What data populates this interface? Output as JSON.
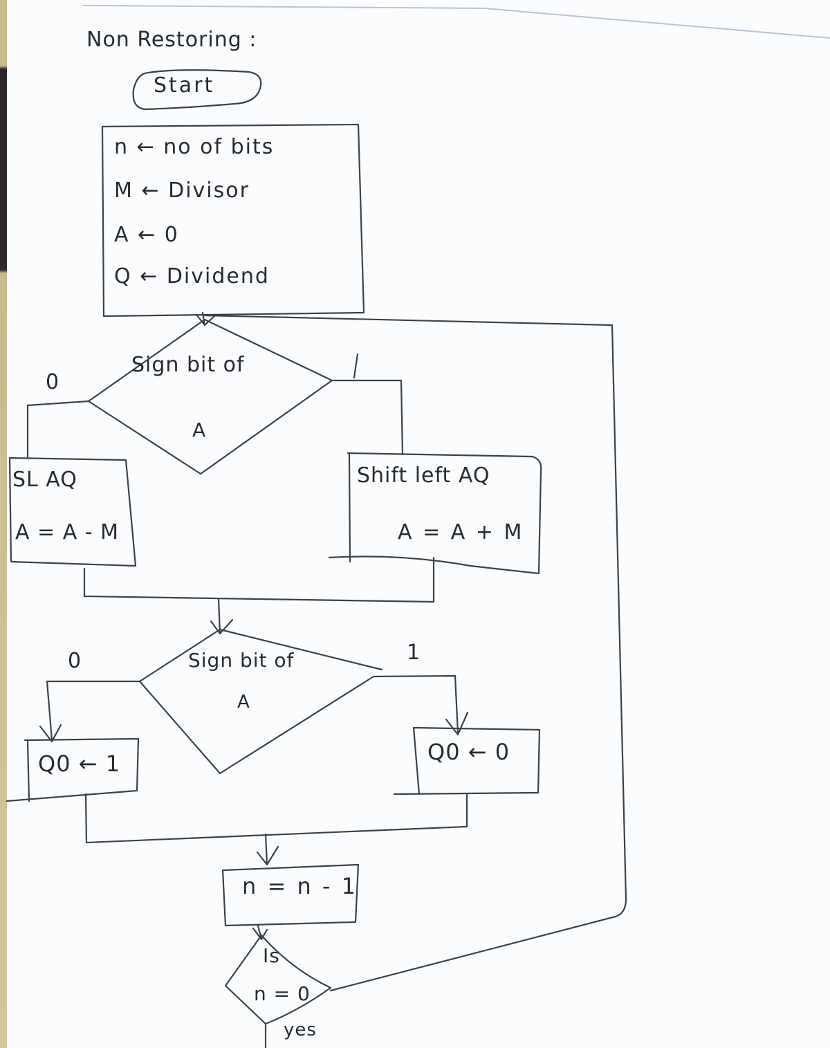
{
  "diagram": {
    "title": "Non Restoring :",
    "start": "Start",
    "init_block": {
      "lines": [
        "n ← no of bits",
        "M ← Divisor",
        "A ← 0",
        "Q ← Dividend"
      ]
    },
    "decision_sign_a_1": {
      "text_line1": "Sign bit of",
      "text_line2": "A",
      "branch_0_label": "0",
      "branch_1_label": "1"
    },
    "process_sign0": {
      "line1": "SL AQ",
      "line2": "A = A - M"
    },
    "process_sign1": {
      "line1": "Shift left AQ",
      "line2": "A = A + M"
    },
    "decision_sign_a_2": {
      "text_line1": "Sign bit of",
      "text_line2": "A",
      "branch_0_label": "0",
      "branch_1_label": "1"
    },
    "set_q0_1": "Q0 ← 1",
    "set_q0_0": "Q0 ← 0",
    "decrement": "n = n - 1",
    "decision_n_zero": {
      "text_line1": "Is",
      "text_line2": "n = 0",
      "yes_label": "yes"
    },
    "colors": {
      "ink": "#262b30",
      "paper": "#fbfcfd"
    }
  }
}
